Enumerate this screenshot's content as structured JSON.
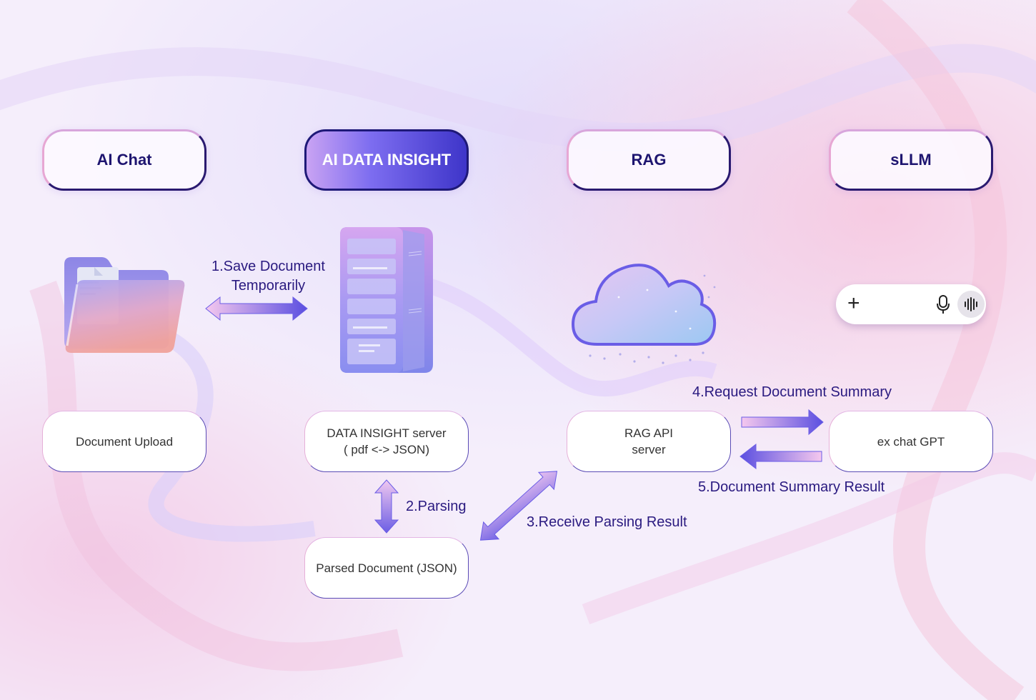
{
  "header_pills": [
    {
      "label": "AI Chat"
    },
    {
      "label": "AI DATA INSIGHT"
    },
    {
      "label": "RAG"
    },
    {
      "label": "sLLM"
    }
  ],
  "boxes": {
    "document_upload": "Document Upload",
    "data_insight_server": "DATA INSIGHT server\n( pdf <-> JSON)",
    "rag_api_server": "RAG API\nserver",
    "ex_chat_gpt": "ex chat GPT",
    "parsed_document": "Parsed Document (JSON)"
  },
  "steps": {
    "step1": "1.Save Document\nTemporarily",
    "step2": "2.Parsing",
    "step3": "3.Receive Parsing Result",
    "step4": "4.Request Document Summary",
    "step5": "5.Document Summary Result"
  },
  "colors": {
    "navy": "#1e1570",
    "arrow_light": "#f4c6ee",
    "arrow_dark": "#5b4fe0"
  }
}
